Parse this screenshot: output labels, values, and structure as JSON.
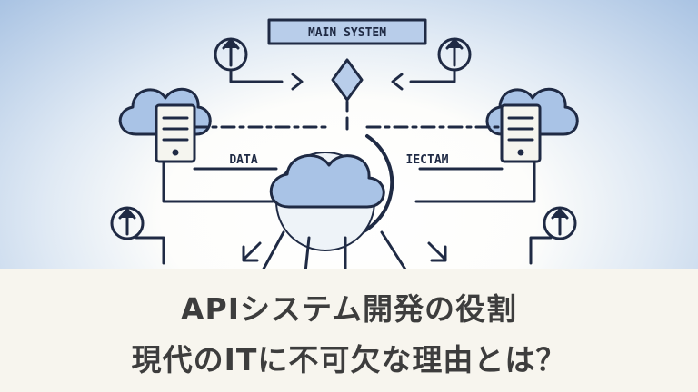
{
  "illustration": {
    "banner_text": "MAIN SYSTEM",
    "left_label": "DATA",
    "right_label": "IECTAM"
  },
  "caption": {
    "line1": "APIシステム開発の役割",
    "line2": "現代のITに不可欠な理由とは？"
  },
  "colors": {
    "outline": "#1f2a44",
    "cloud_fill": "#a9c3e6",
    "banner_fill": "#b8cdea",
    "caption_background": "#f7f5ee",
    "caption_text": "#3d3d3d"
  }
}
